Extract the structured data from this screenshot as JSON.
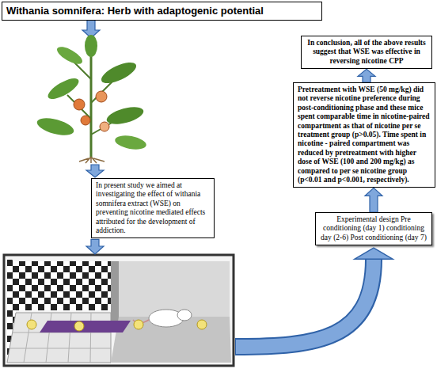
{
  "diagram": {
    "title": "Withania somnifera: Herb with adaptogenic potential",
    "nodes": [
      {
        "text": [
          "Withania somnifera: Herb with adaptogenic potential"
        ]
      },
      {
        "text": [
          "In conclusion, all of the above results suggest that WSE was effective in reversing nicotine CPP"
        ]
      },
      {
        "text": [
          "Pretreatment with WSE (50 mg/kg) did not reverse nicotine preference during post-conditioning phase and these mice spent comparable time in nicotine-paired compartment as that of nicotine per se treatment group (p>0.05). Time spent in nicotine - paired compartment was reduced by pretreatment with higher dose of WSE (100 and 200 mg/kg) as compared to per se nicotine group (p<0.01 and p<0.001, respectively)."
        ]
      },
      {
        "text": [
          "In present study we aimed at investigating the effect of withania somnifera extract (WSE) on preventing nicotine mediated effects attributed for the development of addiction."
        ]
      },
      {
        "text": [
          "Experimental design Pre conditioning (day 1) conditioning day (2-6) Post conditioning (day 7)"
        ]
      }
    ],
    "edges": [
      {
        "from": 4,
        "to": 2,
        "arrow": "to"
      },
      {
        "from": 2,
        "to": 1,
        "arrow": "to"
      }
    ]
  }
}
